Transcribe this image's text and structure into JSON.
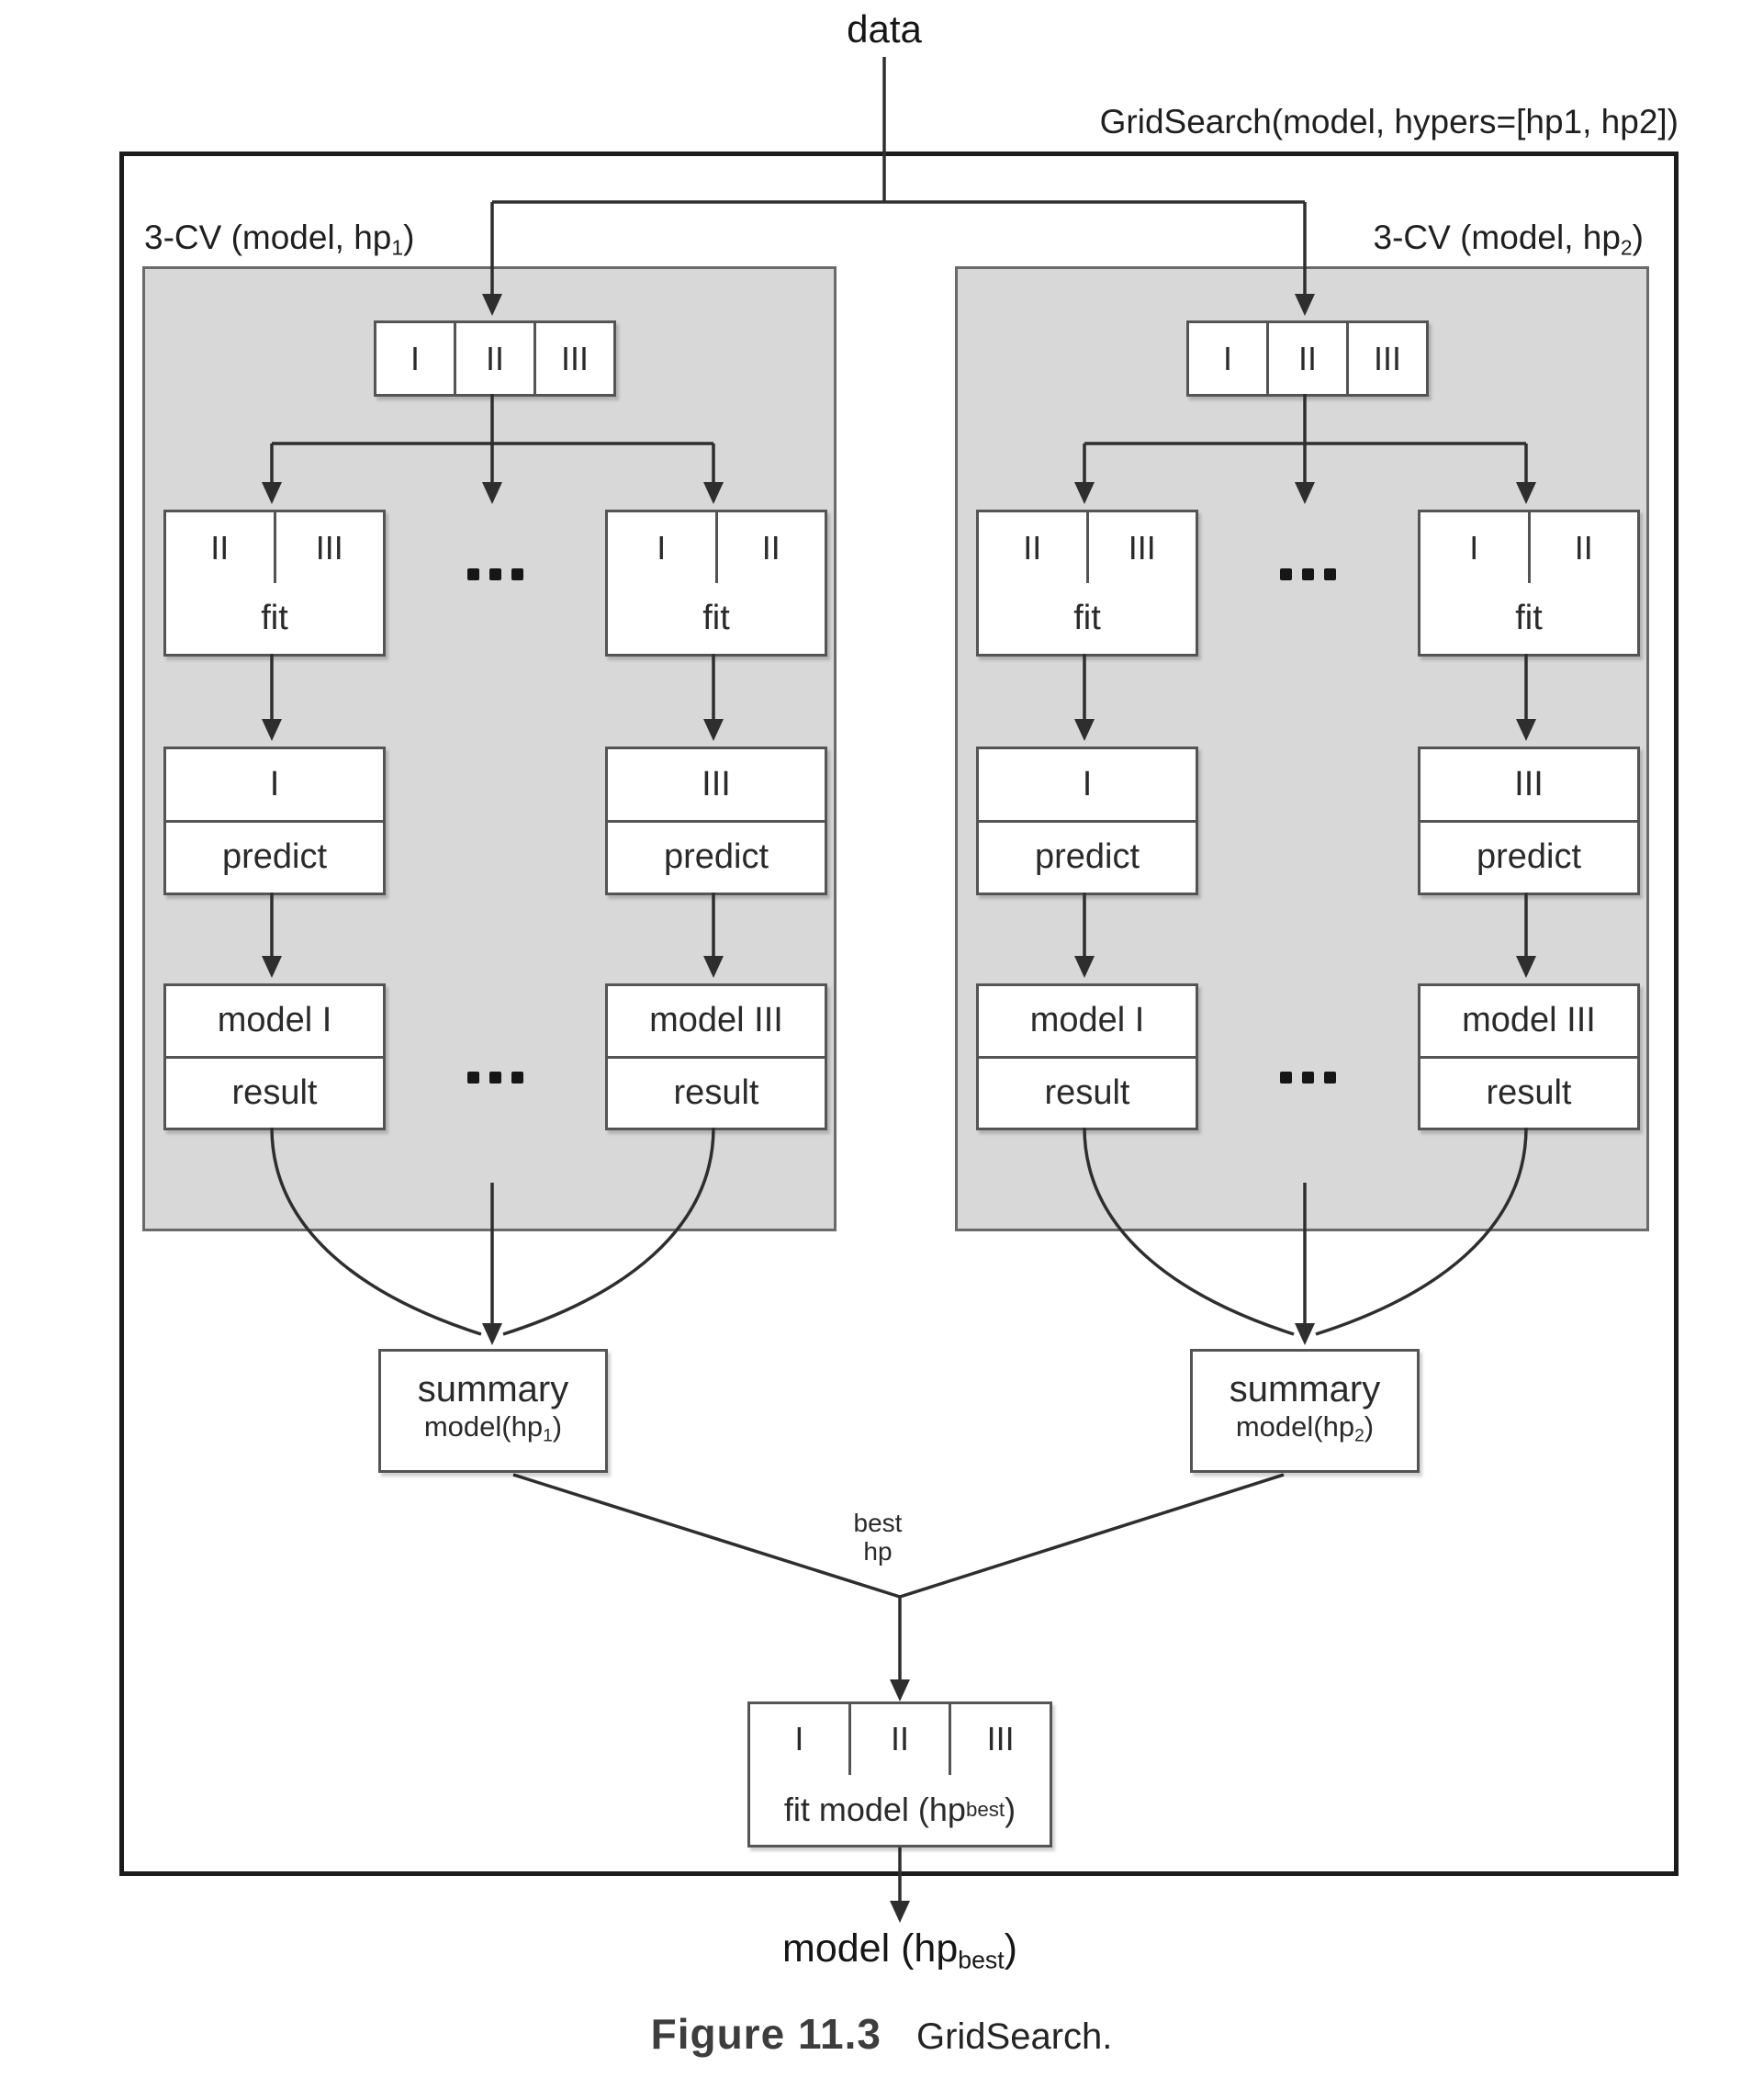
{
  "header": {
    "data_label": "data",
    "gridsearch_label": "GridSearch(model, hypers=[hp1, hp2])"
  },
  "panels": [
    {
      "label": {
        "main": "3-CV (model, hp",
        "sub": "1",
        "close": ")"
      },
      "strip_cells": [
        "I",
        "II",
        "III"
      ],
      "dots": "...",
      "branches": [
        {
          "train_cells": [
            "II",
            "III"
          ],
          "fit_label": "fit",
          "holdout_cell": "I",
          "predict_label": "predict",
          "model_label": "model I",
          "result_label": "result"
        },
        {
          "train_cells": [
            "I",
            "II"
          ],
          "fit_label": "fit",
          "holdout_cell": "III",
          "predict_label": "predict",
          "model_label": "model III",
          "result_label": "result"
        }
      ],
      "summary": {
        "line1": "summary",
        "line2_main": "model(hp",
        "line2_sub": "1",
        "line2_close": ")"
      }
    },
    {
      "label": {
        "main": "3-CV (model, hp",
        "sub": "2",
        "close": ")"
      },
      "strip_cells": [
        "I",
        "II",
        "III"
      ],
      "dots": "...",
      "branches": [
        {
          "train_cells": [
            "II",
            "III"
          ],
          "fit_label": "fit",
          "holdout_cell": "I",
          "predict_label": "predict",
          "model_label": "model I",
          "result_label": "result"
        },
        {
          "train_cells": [
            "I",
            "II"
          ],
          "fit_label": "fit",
          "holdout_cell": "III",
          "predict_label": "predict",
          "model_label": "model III",
          "result_label": "result"
        }
      ],
      "summary": {
        "line1": "summary",
        "line2_main": "model(hp",
        "line2_sub": "2",
        "line2_close": ")"
      }
    }
  ],
  "best_hp": {
    "line1": "best",
    "line2": "hp"
  },
  "final_fit": {
    "cells": [
      "I",
      "II",
      "III"
    ],
    "label_main": "fit model (hp",
    "label_sub": "best",
    "label_close": ")"
  },
  "output": {
    "main": "model (hp",
    "sub": "best",
    "close": ")"
  },
  "caption": {
    "figure": "Figure 11.3",
    "text": "GridSearch."
  },
  "colors": {
    "panel_fill": "#d8d8d8",
    "line": "#2e2e2e",
    "box_border": "#545454",
    "outer_border": "#1b1b1b"
  }
}
